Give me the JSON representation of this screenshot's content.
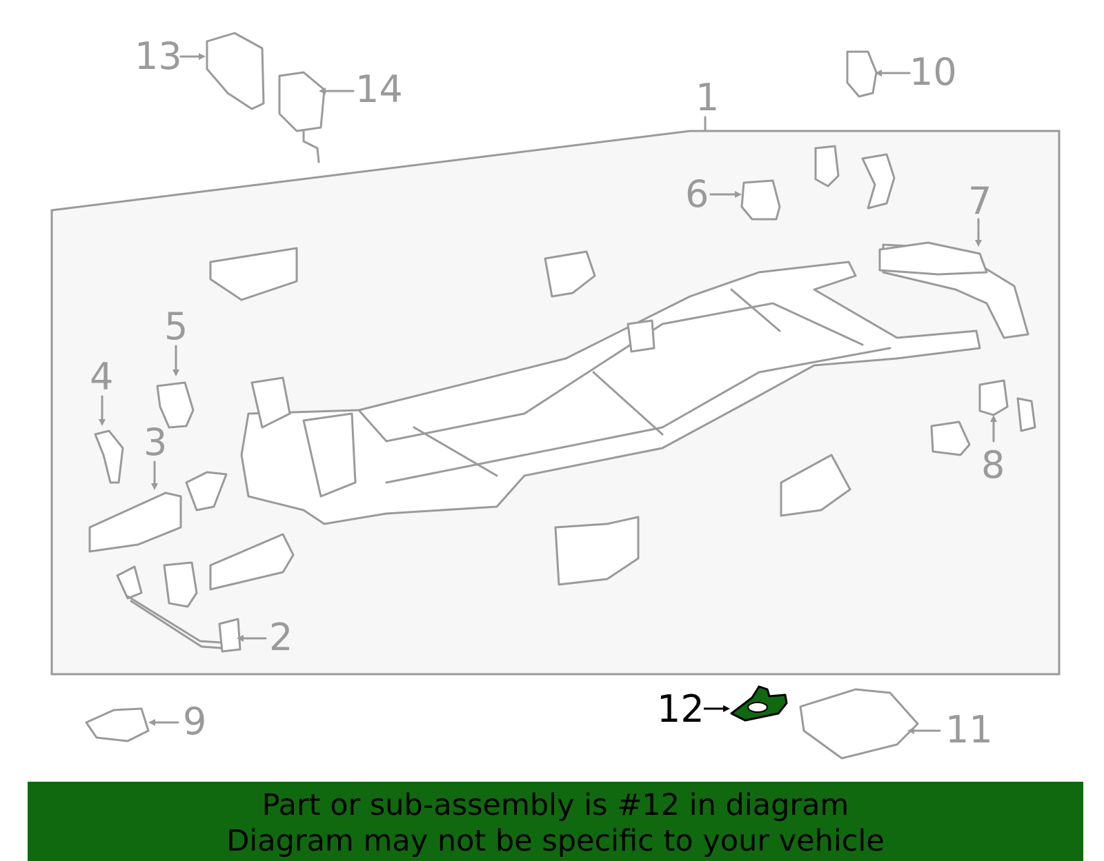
{
  "callouts": {
    "c1": "1",
    "c2": "2",
    "c3": "3",
    "c4": "4",
    "c5": "5",
    "c6": "6",
    "c7": "7",
    "c8": "8",
    "c9": "9",
    "c10": "10",
    "c11": "11",
    "c12": "12",
    "c13": "13",
    "c14": "14"
  },
  "banner": {
    "line1": "Part or sub-assembly is #12 in diagram",
    "line2": "Diagram may not be specific to your vehicle"
  },
  "colors": {
    "highlight_part": "#11690f",
    "banner_background": "#11690f",
    "line_art": "#9a9a9a",
    "panel_fill": "#f7f7f7"
  }
}
